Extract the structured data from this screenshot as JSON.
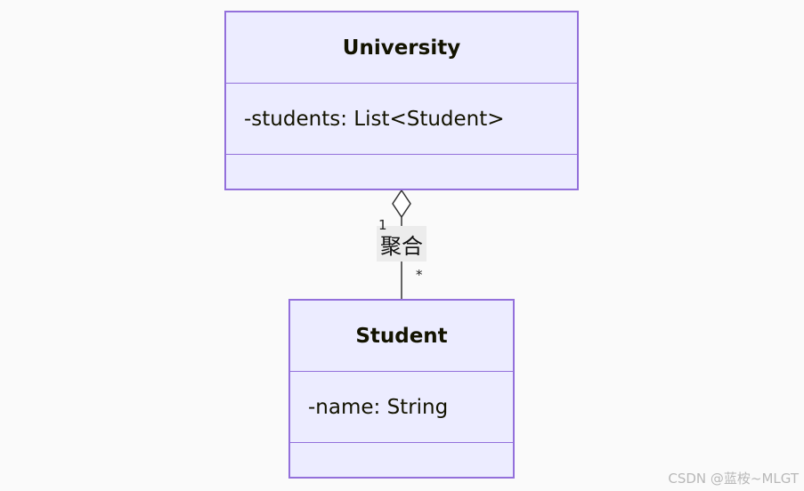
{
  "classes": {
    "university": {
      "name": "University",
      "attributes": [
        "-students: List<Student>"
      ]
    },
    "student": {
      "name": "Student",
      "attributes": [
        "-name: String"
      ]
    }
  },
  "relation": {
    "type": "aggregation",
    "label": "聚合",
    "source_multiplicity": "1",
    "target_multiplicity": "*"
  },
  "watermark": "CSDN @蓝桉~MLGT",
  "colors": {
    "box_fill": "#ececff",
    "box_border": "#9370db",
    "edge": "#333333"
  }
}
